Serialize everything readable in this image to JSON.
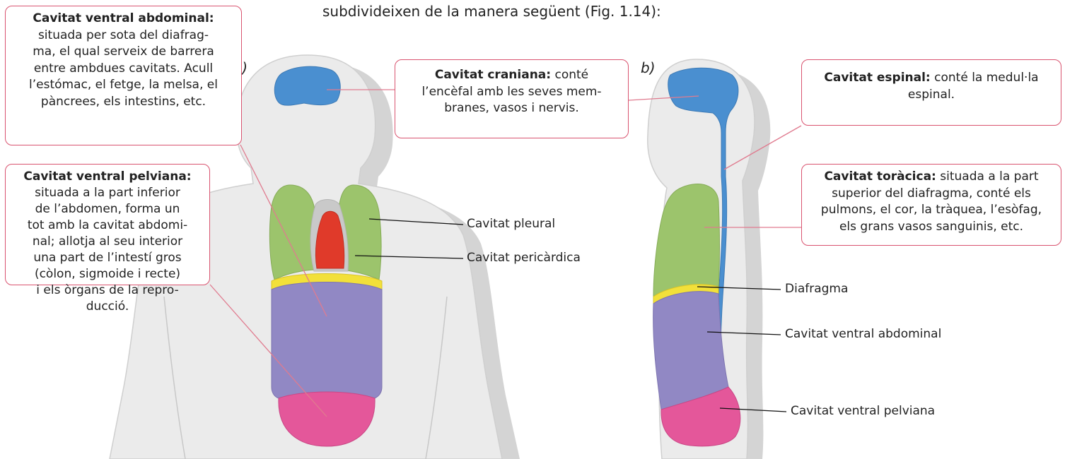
{
  "intro_line": "subdivideixen de la manera següent (Fig. 1.14):",
  "panels": {
    "a": "a)",
    "b": "b)"
  },
  "callouts": {
    "abdominal": {
      "title": "Cavitat ventral abdominal:",
      "lines": [
        "situada per sota del diafrag-",
        "ma, el qual serveix de barrera",
        "entre ambdues cavitats. Acull",
        "l’estómac, el fetge, la melsa, el",
        "pàncrees, els intestins, etc."
      ]
    },
    "pelviana": {
      "title": "Cavitat ventral pelviana:",
      "lines": [
        "situada a la part inferior",
        "de l’abdomen, forma un",
        "tot amb la cavitat abdomi-",
        "nal; allotja al seu interior",
        "una part de l’intestí gros",
        "(còlon, sigmoide i recte)",
        "i els òrgans de la repro-",
        "ducció."
      ]
    },
    "craniana": {
      "title": "Cavitat craniana:",
      "lines": [
        "conté",
        "l’encèfal amb les seves mem-",
        "branes, vasos i nervis."
      ]
    },
    "espinal": {
      "title": "Cavitat espinal:",
      "lines": [
        "conté la medul·la",
        "espinal."
      ]
    },
    "toracica": {
      "title": "Cavitat toràcica:",
      "lines": [
        "situada a la part",
        "superior del diafragma, conté els",
        "pulmons, el cor, la tràquea, l’esòfag,",
        "els grans vasos sanguinis, etc."
      ]
    }
  },
  "labels": {
    "pleural": "Cavitat pleural",
    "pericardica": "Cavitat pericàrdica",
    "diafragma": "Diafragma",
    "abdominal": "Cavitat ventral abdominal",
    "pelviana": "Cavitat ventral pelviana"
  },
  "colors": {
    "cranial_spinal": "#4a8fd0",
    "thoracic": "#9cc46c",
    "pericardial": "#e03a2a",
    "diaphragm": "#f2e03a",
    "abdominal": "#9188c4",
    "pelvic": "#e4579a",
    "body": "#ebebeb",
    "shadow": "#d4d4d4",
    "callout_border": "#d9536f"
  }
}
